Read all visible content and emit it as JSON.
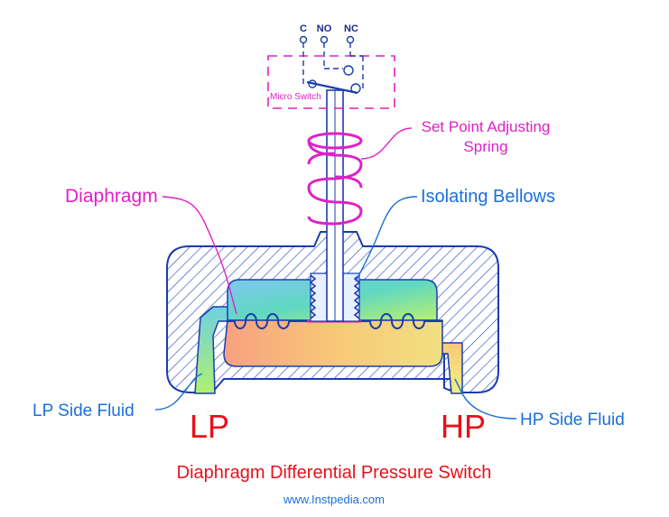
{
  "diagram": {
    "title": "Diaphragm Differential Pressure Switch",
    "website": "www.Instpedia.com",
    "contacts": {
      "c": "C",
      "no": "NO",
      "nc": "NC"
    },
    "labels": {
      "micro_switch": "Micro Switch",
      "spring_line1": "Set Point Adjusting",
      "spring_line2": "Spring",
      "diaphragm": "Diaphragm",
      "isolating_bellows": "Isolating Bellows",
      "lp_side_fluid": "LP Side Fluid",
      "hp_side_fluid": "HP Side Fluid",
      "lp": "LP",
      "hp": "HP"
    }
  },
  "colors": {
    "label_blue": "#1a6fd8",
    "label_magenta": "#e020c8",
    "title_red": "#e8101a",
    "outline_blue": "#1a3cb0",
    "hatch_blue": "#2a4fc0"
  }
}
